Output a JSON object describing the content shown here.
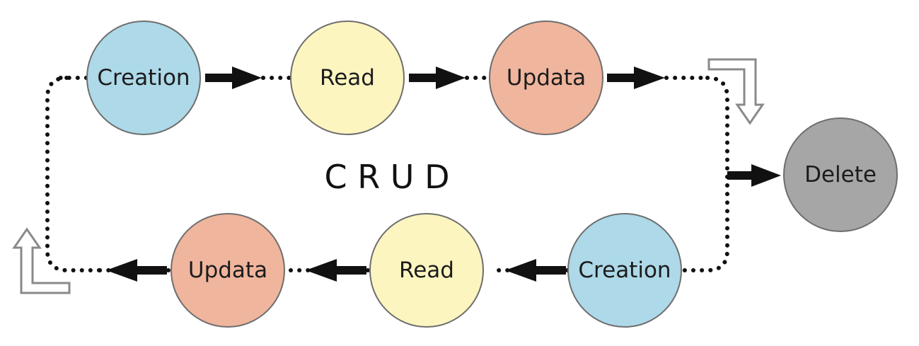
{
  "title": "C R U D",
  "colors": {
    "creation": "#add9e8",
    "read": "#fdf5c0",
    "update": "#f0b59d",
    "delete": "#a6a6a6",
    "line": "#111111",
    "hollow_arrow_stroke": "#8a8a8a"
  },
  "top_row": [
    {
      "label": "Creation",
      "kind": "creation"
    },
    {
      "label": "Read",
      "kind": "read"
    },
    {
      "label": "Updata",
      "kind": "update"
    }
  ],
  "delete_node": {
    "label": "Delete",
    "kind": "delete"
  },
  "bottom_row": [
    {
      "label": "Creation",
      "kind": "creation"
    },
    {
      "label": "Read",
      "kind": "read"
    },
    {
      "label": "Updata",
      "kind": "update"
    }
  ],
  "icons": {
    "top_right_turn": "hollow-down-turn-arrow-icon",
    "bottom_left_turn": "hollow-up-turn-arrow-icon"
  }
}
